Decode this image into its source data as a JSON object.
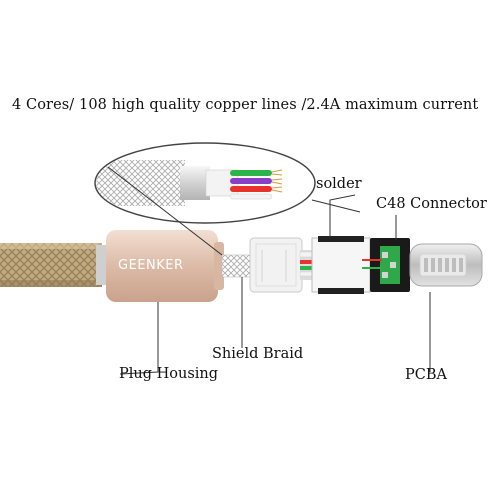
{
  "headline": "4 Cores/ 108 high quality copper lines /2.4A maximum current",
  "brand": "GEENKER",
  "labels": {
    "solder": "solder",
    "connector": "C48 Connector",
    "shield_braid": "Shield Braid",
    "plug_housing": "Plug Housing",
    "pcba": "PCBA"
  },
  "colors": {
    "braid": "#b9a27a",
    "housing": "#e2c4b2",
    "connector_metal": "#dcdcdc",
    "pcb": "#2fa84a",
    "wire_red": "#e8332a",
    "wire_green": "#2db34a",
    "wire_purple": "#8a3fc7",
    "wire_white": "#f4f4f4"
  },
  "icons": [
    "cable-braid",
    "plug-housing",
    "shield-braid-mesh",
    "solder-joint",
    "pcba-board",
    "lightning-connector",
    "magnified-core-view"
  ]
}
